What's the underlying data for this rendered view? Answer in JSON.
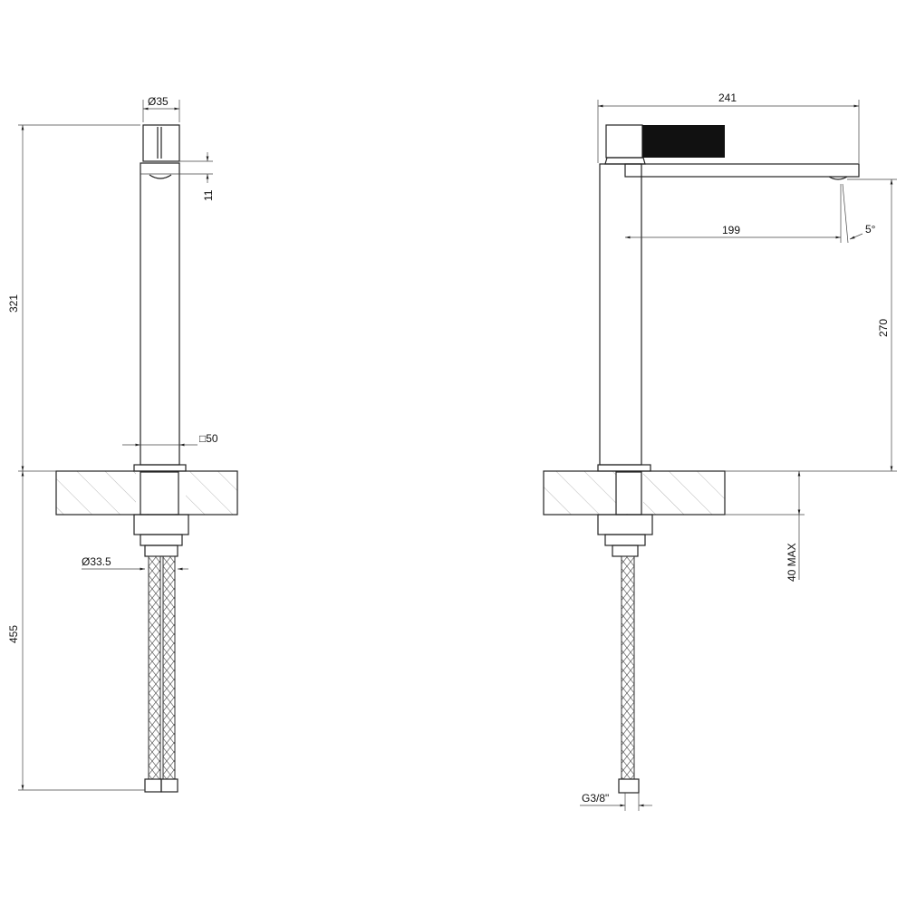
{
  "title": "Faucet technical drawing",
  "colors": {
    "line": "#222222",
    "handle": "#111111",
    "hatch": "#999999"
  },
  "front_view": {
    "head_diameter": "Ø35",
    "total_height": "321",
    "aerator_gap": "11",
    "body_square": "□50",
    "hose_diameter": "Ø33.5",
    "hose_length": "455"
  },
  "side_view": {
    "total_reach": "241",
    "spout_reach": "199",
    "spout_angle": "5°",
    "spout_height": "270",
    "counter_thickness": "40 MAX",
    "connection": "G3/8\""
  }
}
